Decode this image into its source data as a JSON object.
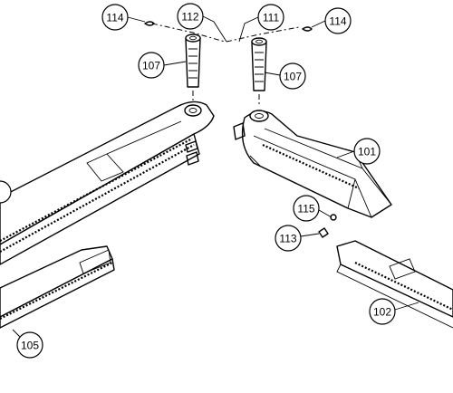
{
  "callouts": [
    {
      "id": "c114a",
      "label": "114"
    },
    {
      "id": "c112",
      "label": "112"
    },
    {
      "id": "c111",
      "label": "111"
    },
    {
      "id": "c114b",
      "label": "114"
    },
    {
      "id": "c107a",
      "label": "107"
    },
    {
      "id": "c107b",
      "label": "107"
    },
    {
      "id": "c101",
      "label": "101"
    },
    {
      "id": "c115",
      "label": "115"
    },
    {
      "id": "c113",
      "label": "113"
    },
    {
      "id": "c102",
      "label": "102"
    },
    {
      "id": "c105",
      "label": "105"
    }
  ]
}
